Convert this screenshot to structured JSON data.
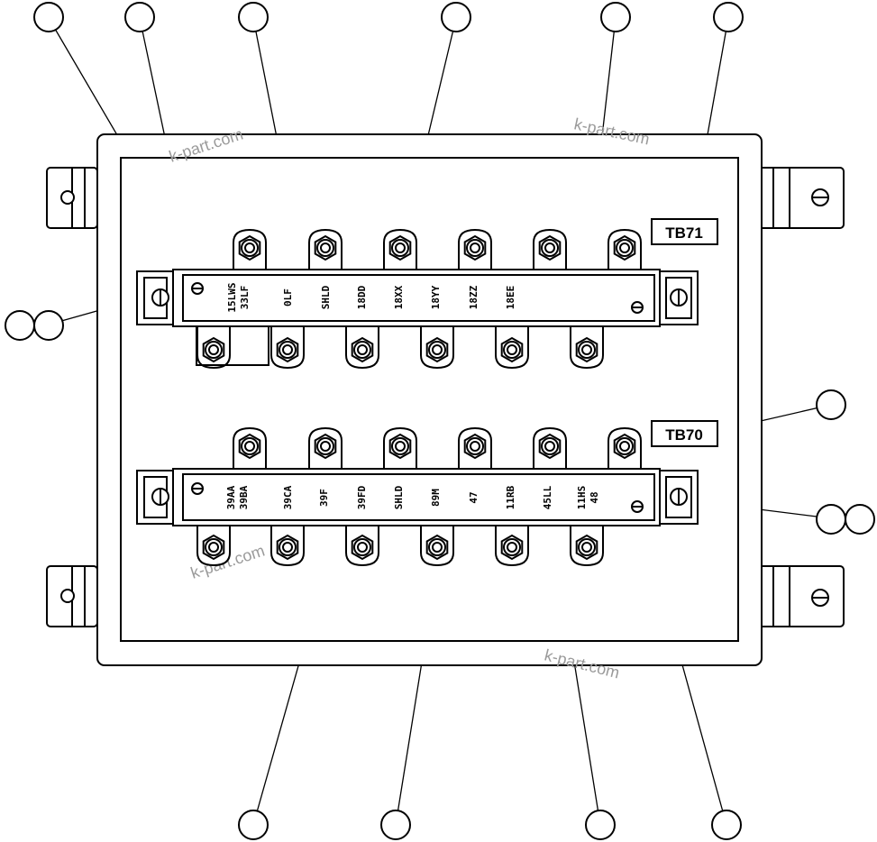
{
  "labels": {
    "tb71": "TB71",
    "tb70": "TB70"
  },
  "watermark": "k-part.com",
  "tb71_terminals": [
    [
      "15LWS",
      "33LF"
    ],
    [
      "0LF"
    ],
    [
      "SHLD"
    ],
    [
      "18DD"
    ],
    [
      "18XX"
    ],
    [
      "18YY"
    ],
    [
      "18ZZ"
    ],
    [
      "18EE"
    ]
  ],
  "tb70_terminals": [
    [
      "39AA",
      "39BA"
    ],
    [
      "39CA"
    ],
    [
      "39F"
    ],
    [
      "39FD"
    ],
    [
      "SHLD"
    ],
    [
      "89M"
    ],
    [
      "47"
    ],
    [
      "11RB"
    ],
    [
      "45LL"
    ],
    [
      "11HS",
      "48"
    ]
  ],
  "colors": {
    "line": "#000000",
    "watermark": "#9a9a9a",
    "background": "#ffffff"
  }
}
